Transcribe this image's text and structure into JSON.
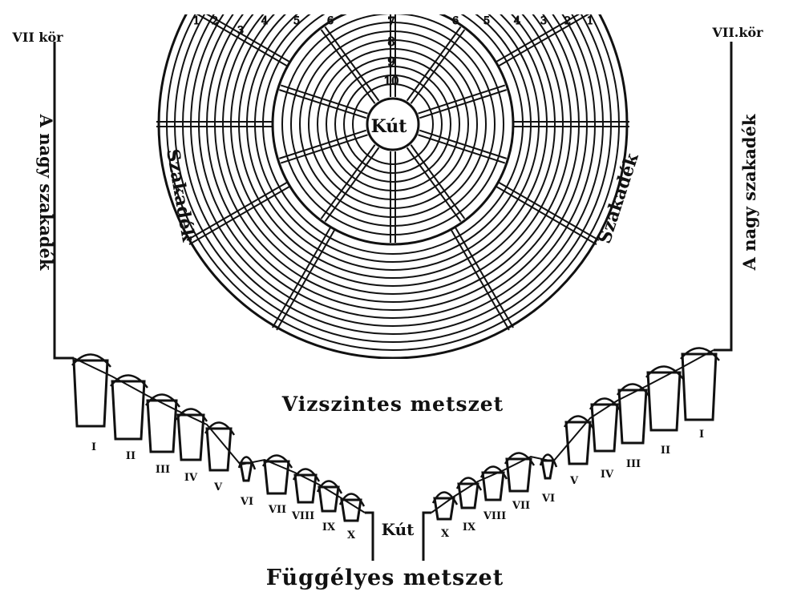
{
  "top_ring_numbers_left": [
    "1",
    "2",
    "3",
    "4",
    "5",
    "6"
  ],
  "top_ring_numbers_right": [
    "6",
    "5",
    "4",
    "3",
    "2",
    "1"
  ],
  "center_ring_numbers": [
    "7",
    "8",
    "9",
    "10"
  ],
  "center_label": "Kút",
  "left_side_label": "Szakadék",
  "right_side_label": "Szakadék",
  "left_circle_label": "VII kör",
  "right_circle_label": "VII.kör",
  "left_abyss_label": "A nagy szakadék",
  "right_abyss_label": "A nagy szakadék",
  "horizontal_section_title": "Vizszintes metszet",
  "vertical_section_title": "Függélyes metszet",
  "bottom_center_label": "Kút",
  "left_terrace_labels": [
    "I",
    "II",
    "III",
    "IV",
    "V",
    "VI",
    "VII",
    "VIII",
    "IX",
    "X"
  ],
  "right_terrace_labels": [
    "I",
    "II",
    "III",
    "IV",
    "V",
    "VI",
    "VII",
    "VIII",
    "IX",
    "X"
  ],
  "colors": {
    "ink": "#111111",
    "paper": "#ffffff"
  }
}
